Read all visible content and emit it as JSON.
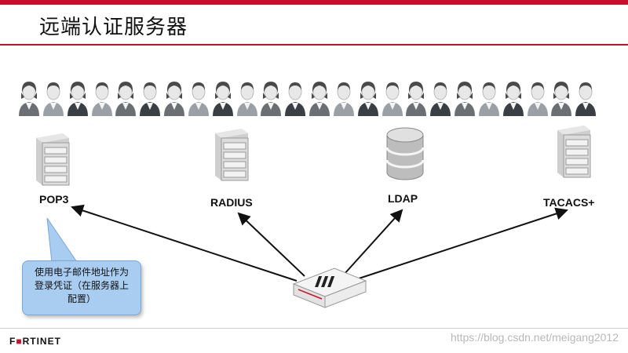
{
  "title": "远端认证服务器",
  "servers": [
    {
      "label": "POP3",
      "icon": "server-tower-icon"
    },
    {
      "label": "RADIUS",
      "icon": "server-tower-icon"
    },
    {
      "label": "LDAP",
      "icon": "database-cylinder-icon"
    },
    {
      "label": "TACACS+",
      "icon": "server-tower-icon"
    }
  ],
  "callout": {
    "line1": "使用电子邮件地址作为",
    "line2": "登录凭证（在服务器上",
    "line3": "配置）"
  },
  "device": {
    "icon": "fortigate-appliance-icon"
  },
  "footer": {
    "logo_text_a": "F",
    "logo_text_b": "RTINET",
    "watermark": "https://blog.csdn.net/meigang2012"
  },
  "colors": {
    "accent": "#c8102e",
    "callout": "#a9cdf0"
  },
  "people_count": 24
}
